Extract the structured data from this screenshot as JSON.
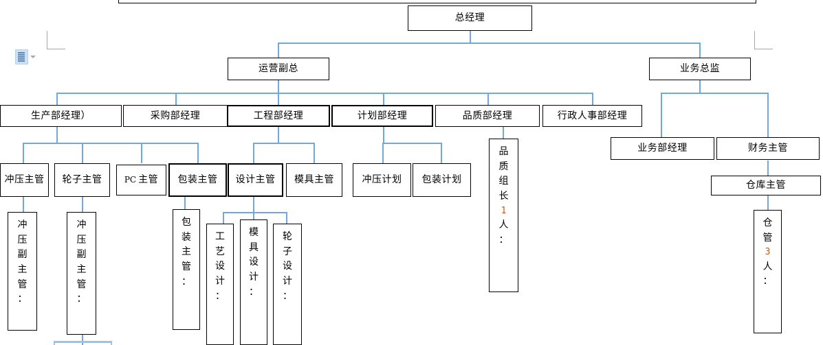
{
  "document": {
    "type": "organization-chart",
    "app": "word-document-canvas",
    "paste_icon_name": "paste-options-icon"
  },
  "nodes": {
    "top_partial": {
      "label": ""
    },
    "general_manager": {
      "label": "总经理"
    },
    "operations_vp": {
      "label": "运营副总"
    },
    "business_director": {
      "label": "业务总监"
    },
    "production_mgr": {
      "label": "生产部经理）"
    },
    "purchasing_mgr": {
      "label": "采购部经理"
    },
    "engineering_mgr": {
      "label": "工程部经理"
    },
    "planning_mgr": {
      "label": "计划部经理"
    },
    "quality_mgr": {
      "label": "品质部经理"
    },
    "hr_admin_mgr": {
      "label": "行政人事部经理"
    },
    "sales_mgr": {
      "label": "业务部经理"
    },
    "finance_sup": {
      "label": "财务主管"
    },
    "warehouse_sup": {
      "label": "仓库主管"
    },
    "stamping_sup": {
      "label": "冲压主管"
    },
    "wheel_sup": {
      "label": "轮子主管"
    },
    "pc_sup": {
      "label_prefix": "PC",
      "label": "主管"
    },
    "packing_sup": {
      "label": "包装主管"
    },
    "design_sup": {
      "label": "设计主管"
    },
    "mold_sup": {
      "label": "模具主管"
    },
    "stamping_plan": {
      "label": "冲压计划"
    },
    "packing_plan": {
      "label": "包装计划"
    }
  },
  "vertical_nodes": {
    "quality_leader": {
      "chars": [
        "品",
        "质",
        "组",
        "长",
        "1",
        "人",
        "："
      ],
      "numeric_index": 4
    },
    "stamping_deputy_a": {
      "chars": [
        "冲",
        "压",
        "副",
        "主",
        "管",
        "："
      ],
      "numeric_index": -1
    },
    "stamping_deputy_b": {
      "chars": [
        "冲",
        "压",
        "副",
        "主",
        "管",
        "："
      ],
      "numeric_index": -1
    },
    "packing_sup_detail": {
      "chars": [
        "包",
        "装",
        "主",
        "管",
        "："
      ],
      "numeric_index": -1
    },
    "process_design": {
      "chars": [
        "工",
        "艺",
        "设",
        "计",
        "："
      ],
      "numeric_index": -1
    },
    "mold_design": {
      "chars": [
        "模",
        "具",
        "设",
        "计",
        "："
      ],
      "numeric_index": -1
    },
    "wheel_design": {
      "chars": [
        "轮",
        "子",
        "设",
        "计",
        "："
      ],
      "numeric_index": -1
    },
    "warehouse_staff": {
      "chars": [
        "仓",
        "管",
        "3",
        "人",
        "："
      ],
      "numeric_index": 2
    }
  },
  "colors": {
    "connector": "#6FA8DC",
    "connector_pale": "#9CC3E5",
    "box_border": "#000000",
    "number_accent": "#c55a11",
    "crop_mark": "#a6a6a6",
    "background": "#ffffff"
  }
}
